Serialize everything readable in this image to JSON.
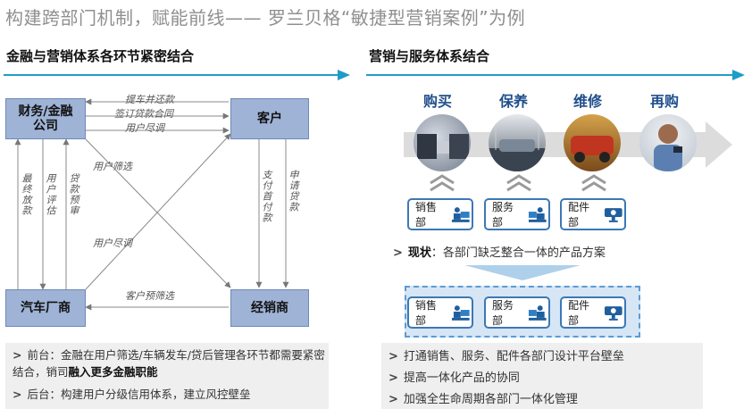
{
  "title": "构建跨部门机制，赋能前线—— 罗兰贝格“敏捷型营销案例”为例",
  "left": {
    "heading": "金融与营销体系各环节紧密结合",
    "boxes": {
      "finance": "财务/金融\n公司",
      "customer": "客户",
      "oem": "汽车厂商",
      "dealer": "经销商"
    },
    "labels": {
      "repay": "提车并还款",
      "sign": "签订贷款合同",
      "due_top": "用户尽调",
      "screen_diag": "用户筛选",
      "due_diag": "用户尽调",
      "prescreen": "客户预筛选",
      "final_loan": "最终放款",
      "user_eval": "用户评估",
      "loan_review": "贷款预审",
      "pay_down": "支付首付款",
      "apply_loan": "申请贷款"
    },
    "notes": [
      {
        "prefix": "前台：金融在用户筛选/车辆发车/贷后管理各环节都需要紧密结合，销司",
        "bold": "融入更多金融职能"
      },
      {
        "prefix": "后台：构建用户分级信用体系，建立风控壁垒",
        "bold": ""
      }
    ]
  },
  "right": {
    "heading": "营销与服务体系结合",
    "stages": [
      "购买",
      "保养",
      "维修",
      "再购"
    ],
    "depts": [
      "销售部",
      "服务部",
      "配件部"
    ],
    "status_label": "现状",
    "status_text": "：各部门缺乏整合一体的产品方案",
    "goals": [
      "打通销售、服务、配件各部门设计平台壁垒",
      "提高一体化产品的协同",
      "加强全生命周期各部门一体化管理"
    ]
  },
  "colors": {
    "accent": "#1f9bc8",
    "box": "#9fb3d6",
    "dept_border": "#3c78b5",
    "stage_text": "#1f4e8c"
  },
  "icons": [
    "chevron-right-icon",
    "chevron-up-icon",
    "sales-desk-icon",
    "service-desk-icon",
    "parts-camera-icon"
  ]
}
